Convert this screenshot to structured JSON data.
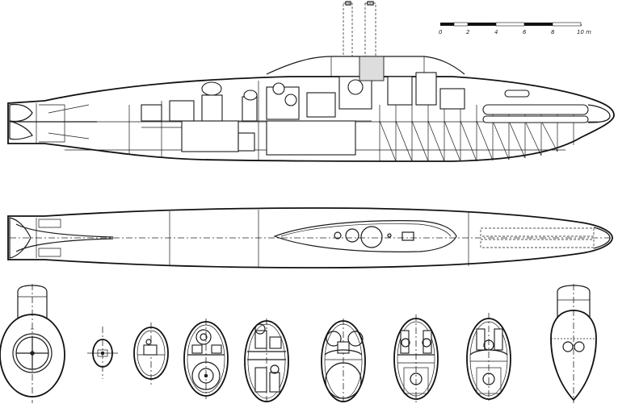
{
  "scale_bar": {
    "ticks": [
      "0",
      "2",
      "4",
      "6",
      "8",
      "10 m"
    ]
  },
  "views": {
    "side_elevation": "side-elevation",
    "plan_view": "plan-view",
    "cross_sections": [
      "section-stern",
      "section-2",
      "section-3",
      "section-4",
      "section-5",
      "section-6",
      "section-7",
      "section-8",
      "section-bow"
    ]
  }
}
